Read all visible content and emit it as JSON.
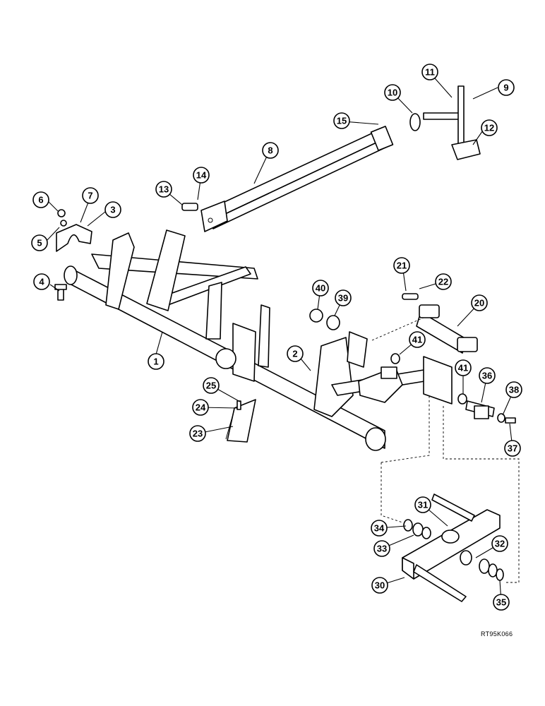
{
  "figure_code": "RT95K066",
  "callouts": [
    {
      "label": "1"
    },
    {
      "label": "2"
    },
    {
      "label": "3"
    },
    {
      "label": "4"
    },
    {
      "label": "5"
    },
    {
      "label": "6"
    },
    {
      "label": "7"
    },
    {
      "label": "8"
    },
    {
      "label": "9"
    },
    {
      "label": "10"
    },
    {
      "label": "11"
    },
    {
      "label": "12"
    },
    {
      "label": "13"
    },
    {
      "label": "14"
    },
    {
      "label": "15"
    },
    {
      "label": "20"
    },
    {
      "label": "21"
    },
    {
      "label": "22"
    },
    {
      "label": "23"
    },
    {
      "label": "24"
    },
    {
      "label": "25"
    },
    {
      "label": "30"
    },
    {
      "label": "31"
    },
    {
      "label": "32"
    },
    {
      "label": "33"
    },
    {
      "label": "34"
    },
    {
      "label": "35"
    },
    {
      "label": "36"
    },
    {
      "label": "37"
    },
    {
      "label": "38"
    },
    {
      "label": "39"
    },
    {
      "label": "40"
    },
    {
      "label": "41"
    },
    {
      "label": "41"
    }
  ]
}
